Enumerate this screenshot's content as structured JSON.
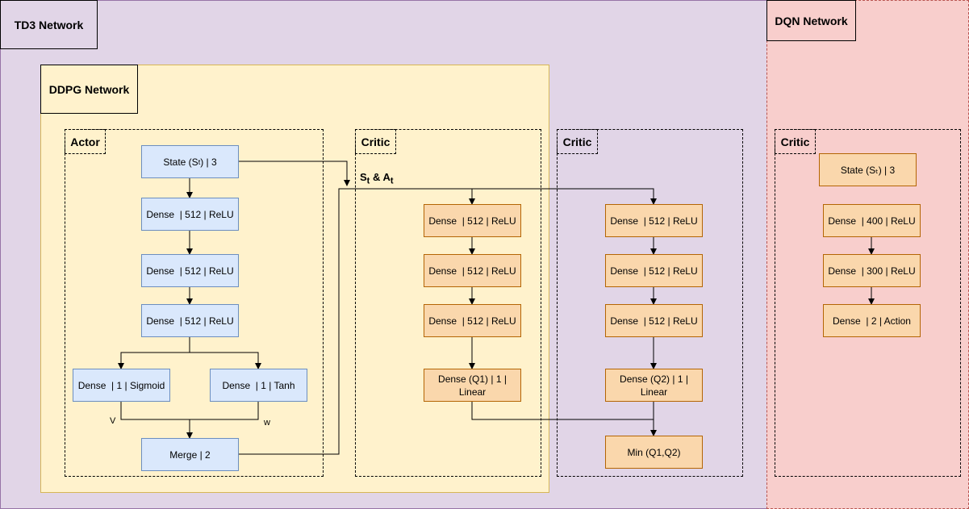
{
  "td3": {
    "title": "TD3 Network"
  },
  "dqn": {
    "title": "DQN Network",
    "critic_label": "Critic",
    "state": "State (Sₜ) | 3",
    "dense1": "Dense  | 400 | ReLU",
    "dense2": "Dense  | 300 | ReLU",
    "dense3": "Dense  | 2 | Action"
  },
  "ddpg": {
    "title": "DDPG Network",
    "actor": {
      "label": "Actor",
      "state_prefix": "State (S",
      "state_sub": "t",
      "state_suffix": ") | 3",
      "dense1": "Dense  | 512 | ReLU",
      "dense2": "Dense  | 512 | ReLU",
      "dense3": "Dense  | 512 | ReLU",
      "sigmoid": "Dense  | 1 | Sigmoid",
      "tanh": "Dense  | 1 | Tanh",
      "v_label": "V",
      "w_label": "w",
      "merge": "Merge | 2"
    },
    "input_label": {
      "s": "S",
      "t1": "t",
      "amp": " & A",
      "t2": "t"
    },
    "critic1": {
      "label": "Critic",
      "dense1": "Dense  | 512 | ReLU",
      "dense2": "Dense  | 512 | ReLU",
      "dense3": "Dense  | 512 | ReLU",
      "q": "Dense (Q1) | 1 |\nLinear"
    }
  },
  "critic2": {
    "label": "Critic",
    "dense1": "Dense  | 512 | ReLU",
    "dense2": "Dense  | 512 | ReLU",
    "dense3": "Dense  | 512 | ReLU",
    "q": "Dense (Q2) | 1 |\nLinear",
    "min": "Min (Q1,Q2)"
  },
  "colors": {
    "td3_fill": "#e1d5e7",
    "dqn_fill": "#f8cecc",
    "ddpg_fill": "#fff2cc",
    "blue_node": "#dae8fc",
    "orange_node": "#fad7ac"
  }
}
